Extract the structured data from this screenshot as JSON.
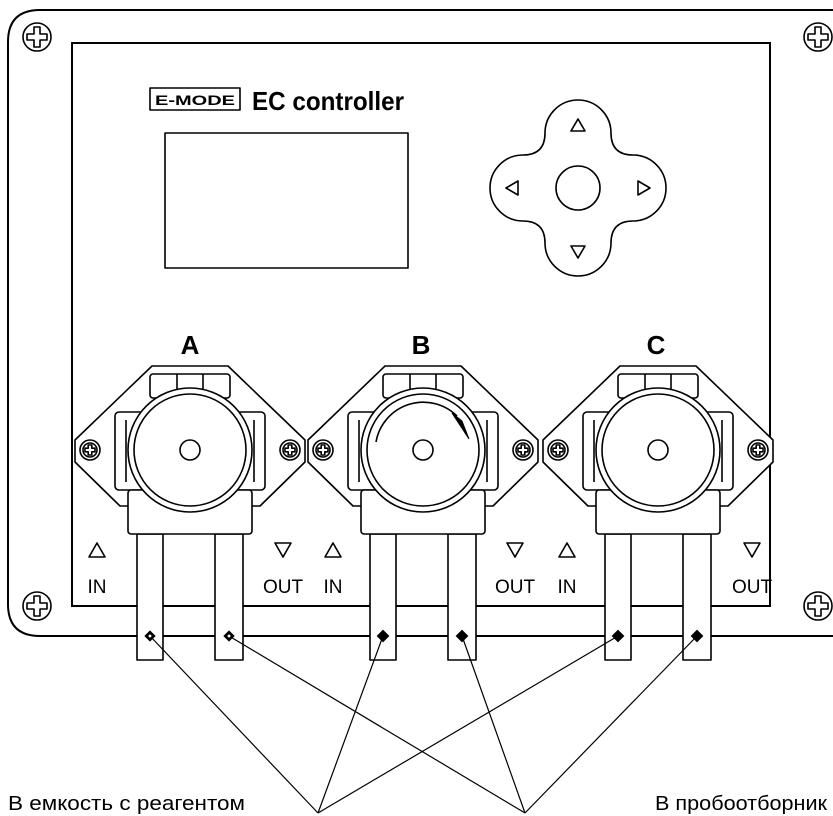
{
  "controller": {
    "mode_badge": "E-MODE",
    "title": "EC controller"
  },
  "keypad": {
    "icons": [
      "up-arrow-icon",
      "left-arrow-icon",
      "right-arrow-icon",
      "down-arrow-icon"
    ]
  },
  "pumps": [
    {
      "label": "A",
      "inlet": "IN",
      "outlet": "OUT"
    },
    {
      "label": "B",
      "inlet": "IN",
      "outlet": "OUT",
      "rotation_icon": "clockwise-arrow-icon"
    },
    {
      "label": "C",
      "inlet": "IN",
      "outlet": "OUT"
    }
  ],
  "callouts": {
    "inlet_source": "В емкость с реагентом",
    "outlet_destination": "В пробоотборник"
  },
  "colors": {
    "line": "#000000",
    "background": "#ffffff"
  }
}
